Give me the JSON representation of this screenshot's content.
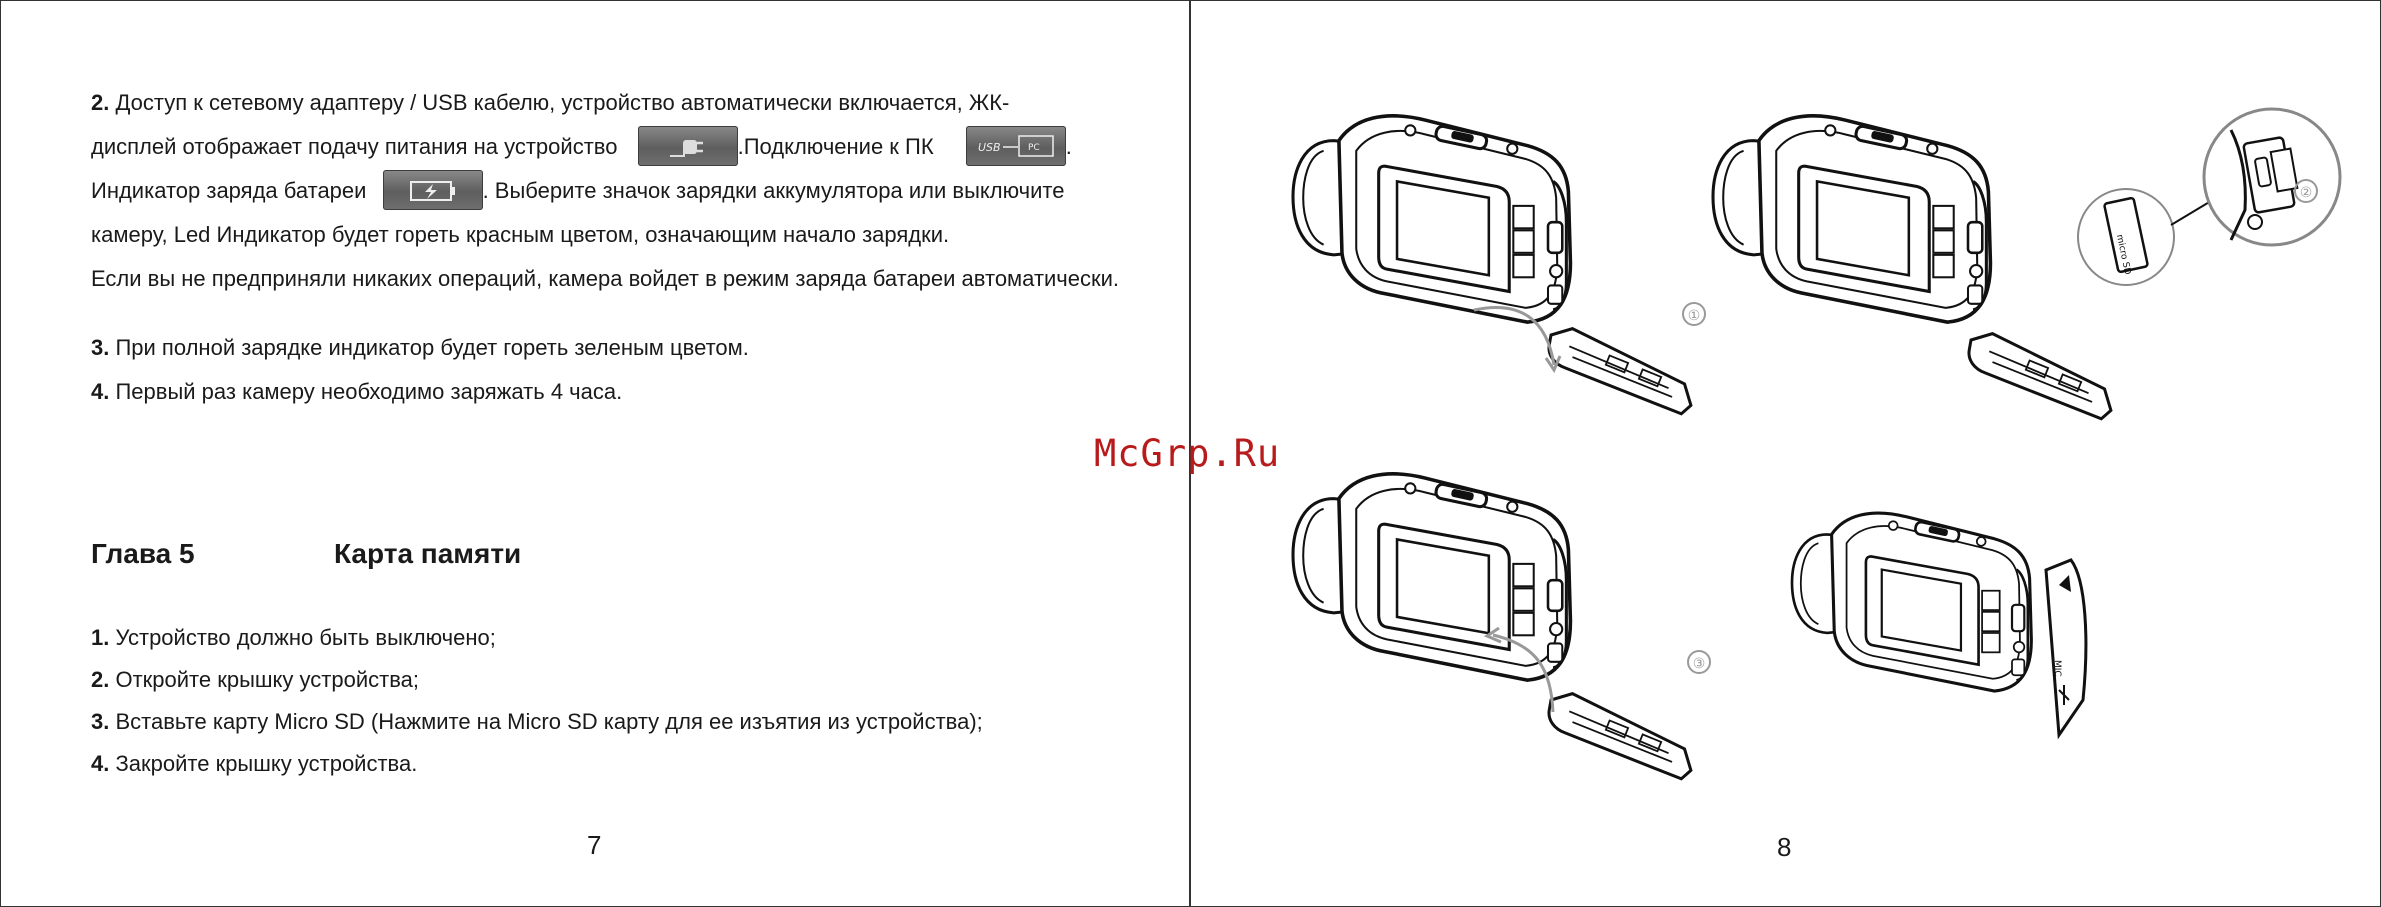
{
  "left_page": {
    "step2": {
      "num": "2.",
      "line1": "Доступ к сетевому адаптеру / USB кабелю, устройство автоматически включается, ЖК-",
      "line2a": "дисплей отображает подачу питания на устройство",
      "line2b": ".Подключение к ПК",
      "line2c": ".",
      "line3a": "Индикатор заряда батареи",
      "line3b": ". Выберите значок зарядки аккумулятора или выключите",
      "line4": "камеру, Led Индикатор будет гореть красным цветом, означающим начало зарядки.",
      "line5": "Если вы не предприняли никаких операций, камера войдет в режим заряда батареи автоматически."
    },
    "step3": {
      "num": "3.",
      "text": "При полной зарядке индикатор будет гореть зеленым цветом."
    },
    "step4": {
      "num": "4.",
      "text": "Первый раз камеру необходимо заряжать 4 часа."
    },
    "chapter_num": "Глава 5",
    "chapter_title": "Карта памяти",
    "items": [
      {
        "num": "1.",
        "text": "Устройство должно быть выключено;"
      },
      {
        "num": "2.",
        "text": "Откройте крышку устройства;"
      },
      {
        "num": "3.",
        "text": "Вставьте карту Micro SD (Нажмите на Micro SD карту для ее изъятия из устройства);"
      },
      {
        "num": "4.",
        "text": "Закройте крышку устройства."
      }
    ],
    "page_number": "7",
    "icons": {
      "power": "power-plug-icon",
      "usb_pc": "usb-pc-icon",
      "battery": "battery-charging-icon",
      "usb_label": "USB",
      "pc_label": "PC"
    }
  },
  "right_page": {
    "watermark": "McGrp.Ru",
    "step_labels": [
      "①",
      "②",
      "③"
    ],
    "card_labels": [
      "micro SD",
      "MIC"
    ],
    "page_number": "8"
  },
  "colors": {
    "watermark": "#b81b1b",
    "line": "#1a1a1a",
    "arrow": "#999999"
  }
}
